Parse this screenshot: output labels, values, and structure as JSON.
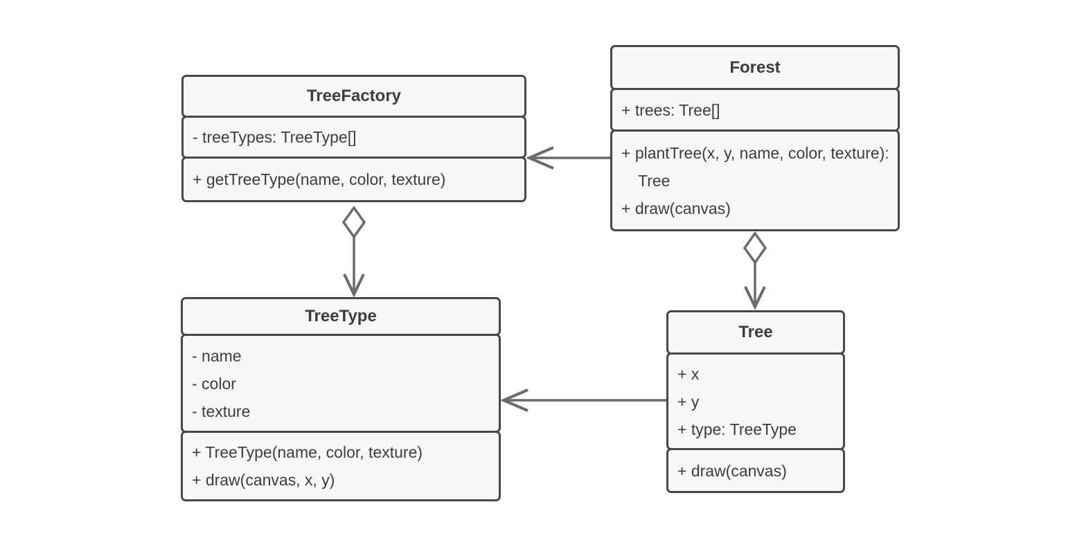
{
  "diagram": {
    "kind": "uml-class-diagram",
    "colors": {
      "background": "#ffffff",
      "box_fill": "#f7f7f7",
      "box_border": "#474747",
      "text": "#3d3d3d",
      "connector": "#6a6a6a"
    },
    "classes": [
      {
        "id": "tree-factory",
        "title": "TreeFactory",
        "attributes": [
          "- treeTypes: TreeType[]"
        ],
        "methods": [
          "+ getTreeType(name, color, texture)"
        ]
      },
      {
        "id": "forest",
        "title": "Forest",
        "attributes": [
          "+ trees: Tree[]"
        ],
        "methods": [
          "+ plantTree(x, y, name, color, texture): Tree",
          "+ draw(canvas)"
        ]
      },
      {
        "id": "tree-type",
        "title": "TreeType",
        "attributes": [
          "- name",
          "- color",
          "- texture"
        ],
        "methods": [
          "+ TreeType(name, color, texture)",
          "+ draw(canvas, x, y)"
        ]
      },
      {
        "id": "tree",
        "title": "Tree",
        "attributes": [
          "+ x",
          "+ y",
          "+ type: TreeType"
        ],
        "methods": [
          "+ draw(canvas)"
        ]
      }
    ],
    "relationships": [
      {
        "from": "Forest",
        "to": "TreeFactory",
        "type": "association",
        "arrow": "open-arrowhead-left"
      },
      {
        "from": "Tree",
        "to": "TreeType",
        "type": "association",
        "arrow": "open-arrowhead-left"
      },
      {
        "from": "TreeFactory",
        "to": "TreeType",
        "type": "aggregation",
        "arrow": "hollow-diamond-to-open-arrowhead-down"
      },
      {
        "from": "Forest",
        "to": "Tree",
        "type": "aggregation",
        "arrow": "hollow-diamond-to-open-arrowhead-down"
      }
    ]
  }
}
